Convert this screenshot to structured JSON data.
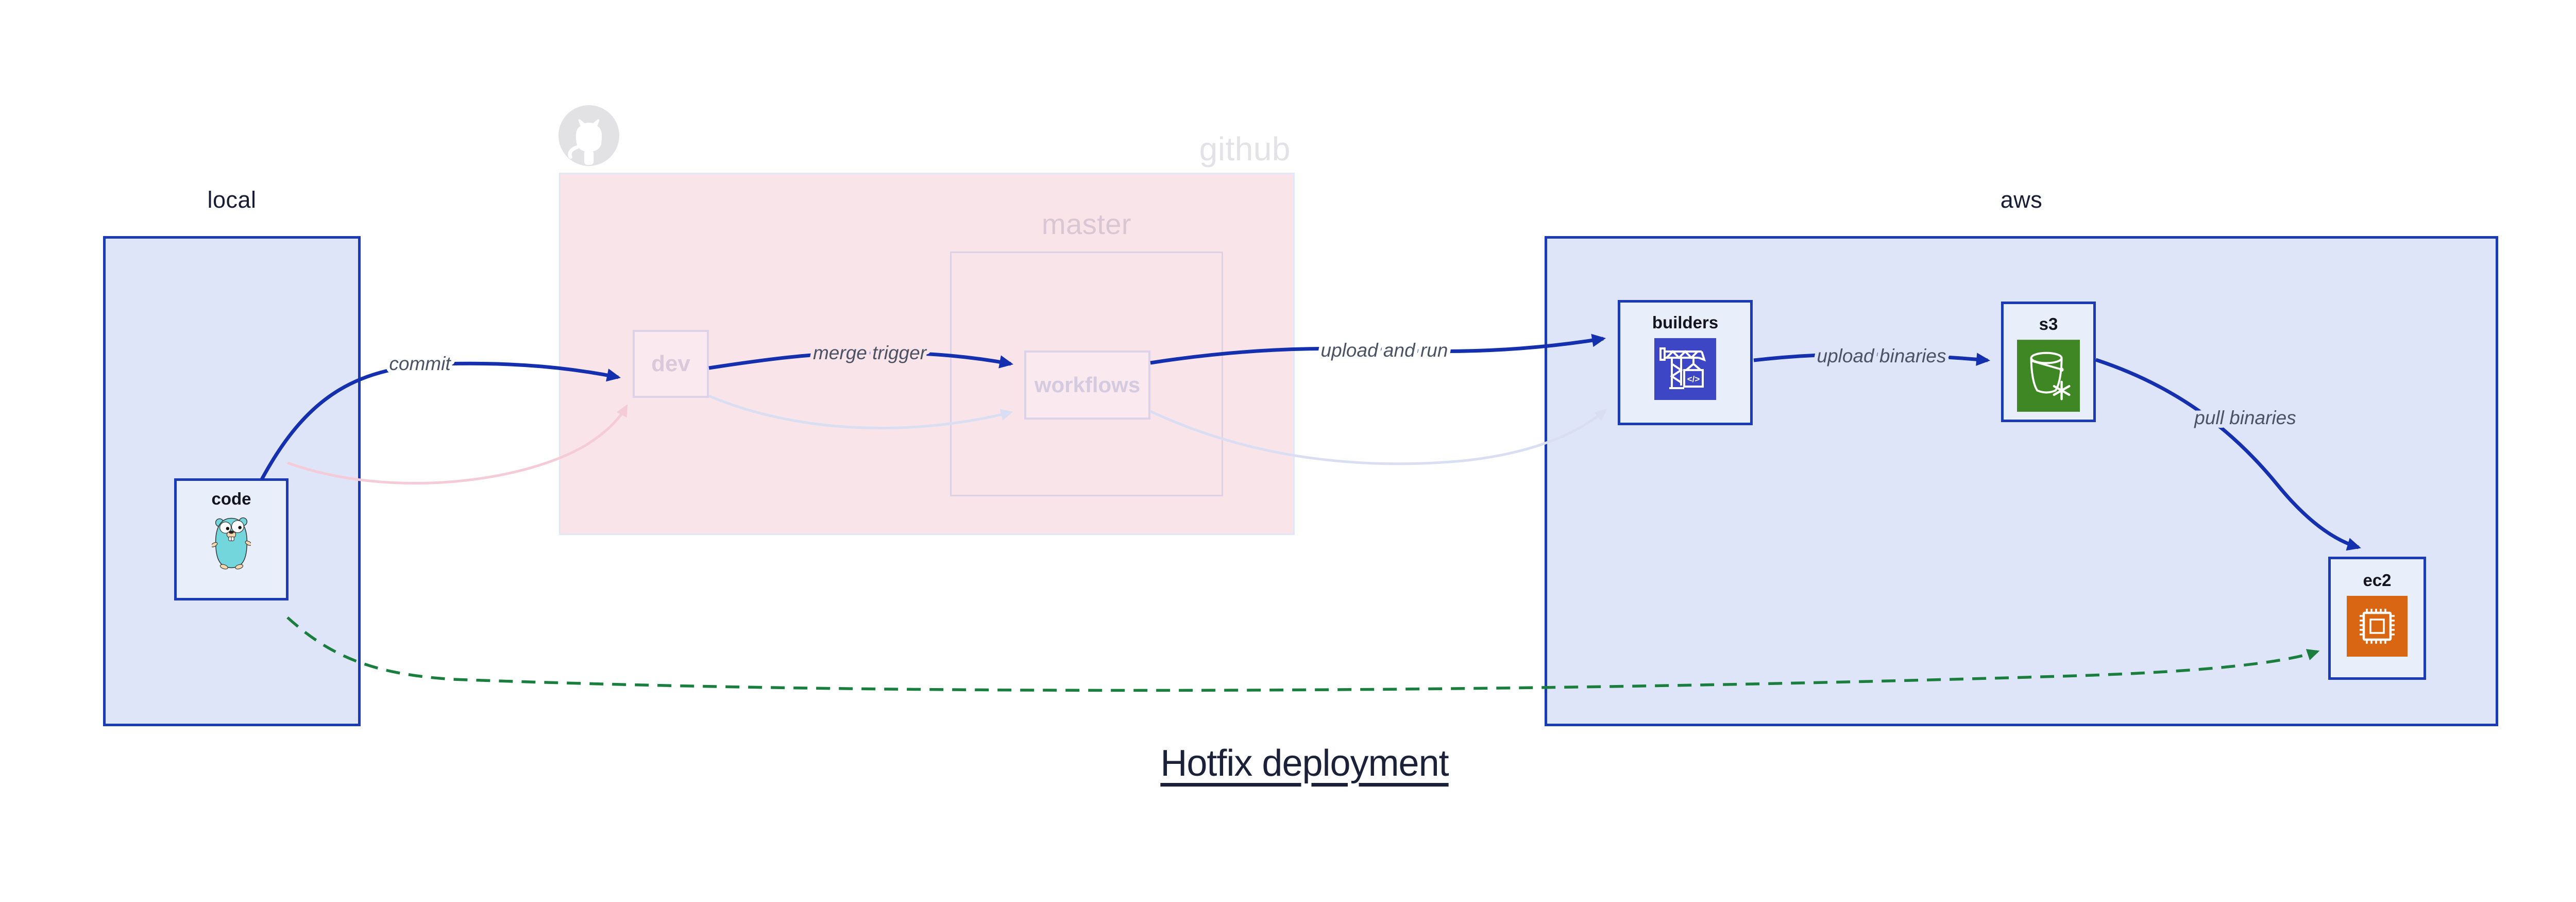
{
  "diagram": {
    "title": "Hotfix deployment",
    "clusters": {
      "local": {
        "label": "local"
      },
      "github": {
        "label": "github",
        "master_label": "master"
      },
      "aws": {
        "label": "aws"
      }
    },
    "nodes": {
      "code": {
        "label": "code",
        "icon": "go-gopher-icon"
      },
      "dev": {
        "label": "dev"
      },
      "workflows": {
        "label": "workflows"
      },
      "builders": {
        "label": "builders",
        "icon": "codebuild-crane-icon",
        "icon_glyph": "</>"
      },
      "s3": {
        "label": "s3",
        "icon": "s3-bucket-snowflake-icon"
      },
      "ec2": {
        "label": "ec2",
        "icon": "ec2-chip-icon"
      }
    },
    "edges": {
      "commit": "commit",
      "merge_trigger": "merge trigger",
      "upload_and_run": "upload and run",
      "upload_binaries": "upload binaries",
      "pull_binaries": "pull binaries"
    },
    "colors": {
      "border_blue": "#1b3ab5",
      "arrow_blue": "#1430af",
      "cluster_fill": "#dee5f8",
      "node_fill": "#e9eefb",
      "github_pink_fill": "#f9e4ea",
      "faded_lavender_arrow": "#d9def2",
      "faded_pink_arrow": "#f5cbd7",
      "green_dashed_arrow": "#1a7e3e",
      "codebuild_indigo": "#3d46c4",
      "s3_green": "#3f8624",
      "ec2_orange": "#d86613",
      "octocat_gray": "#e2e2e5",
      "gopher_teal": "#74d6dd"
    }
  }
}
